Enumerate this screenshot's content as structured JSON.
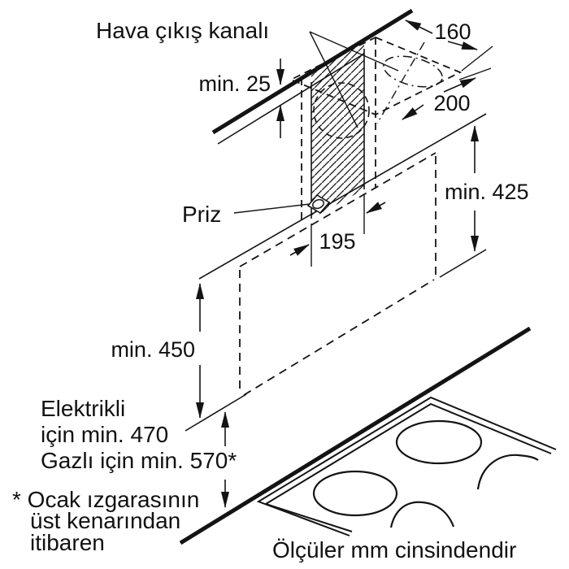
{
  "diagram": {
    "title_note": "Ölçüler mm cinsindendir",
    "labels": {
      "air_outlet_duct": "Hava çıkış kanalı",
      "socket": "Priz",
      "electric_line1": "Elektrikli",
      "electric_line2": "için min. 470",
      "gas_line": "Gazlı için min. 570*",
      "footnote_line1": "* Ocak ızgarasının",
      "footnote_line2": "üst kenarından",
      "footnote_line3": "itibaren"
    },
    "dimensions": {
      "duct_top_width": "160",
      "duct_top_depth": "200",
      "ceiling_clearance": "min. 25",
      "chimney_front_height": "min. 425",
      "duct_cutout_width": "195",
      "wall_side_height": "min. 450"
    },
    "colors": {
      "line": "#141414",
      "background": "#ffffff"
    }
  }
}
